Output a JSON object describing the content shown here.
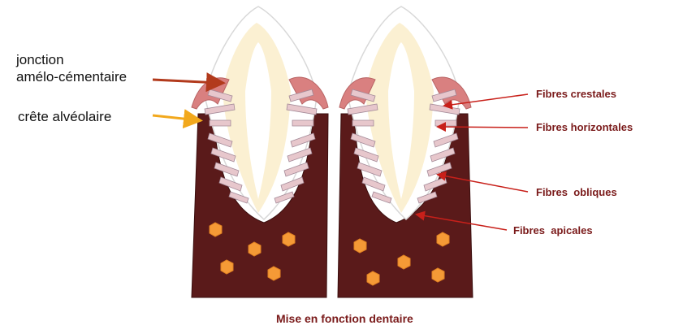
{
  "labels_left": {
    "jonction_line1": "jonction",
    "jonction_line2": "amélo-cémentaire",
    "crete": "crête alvéolaire"
  },
  "labels_right": {
    "crestales": "Fibres crestales",
    "horizontales": "Fibres horizontales",
    "obliques": "Fibres  obliques",
    "apicales": "Fibres  apicales"
  },
  "caption": "Mise en fonction dentaire",
  "colors": {
    "bone": "#5a1a1a",
    "bone_outline": "#3a0e0e",
    "marrow": "#f59a36",
    "dentin": "#fbf0d2",
    "enamel": "#ffffff",
    "gingiva": "#d98080",
    "fibers": "#e7c7cc",
    "arrow_red": "#c8201a",
    "arrow_dark_red": "#b23a1c",
    "arrow_yellow": "#f2a81c",
    "label_red": "#7a1a1a"
  }
}
